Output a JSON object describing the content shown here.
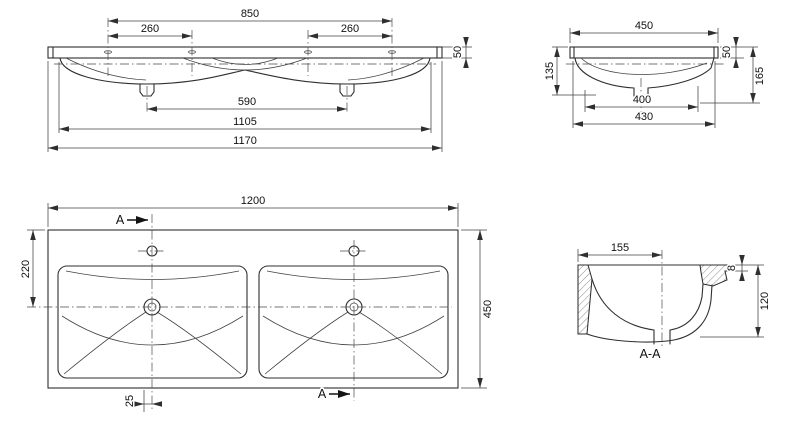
{
  "drawing": {
    "front": {
      "d850": "850",
      "d260l": "260",
      "d260r": "260",
      "d50": "50",
      "d590": "590",
      "d1105": "1105",
      "d1170": "1170"
    },
    "side": {
      "d450": "450",
      "d135": "135",
      "d50": "50",
      "d165": "165",
      "d400": "400",
      "d430": "430"
    },
    "plan": {
      "d1200": "1200",
      "d220": "220",
      "d450": "450",
      "d25": "25",
      "section_top": "A",
      "section_bottom": "A"
    },
    "section": {
      "d155": "155",
      "d8": "8",
      "d120": "120",
      "title": "A-A"
    }
  }
}
